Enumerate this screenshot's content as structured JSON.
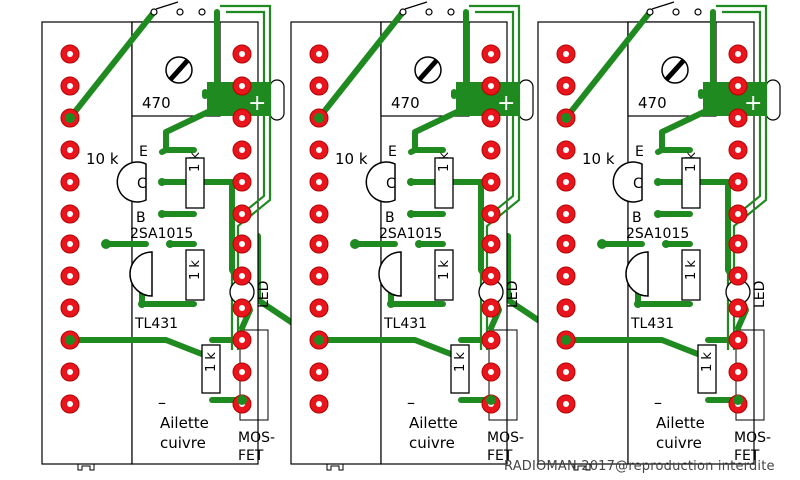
{
  "labels": {
    "pot_value": "470",
    "pot_resistor": "10 k",
    "emitter": "E",
    "collector": "C",
    "base": "B",
    "transistor": "2SA1015",
    "regulator": "TL431",
    "resistor": "1 k",
    "led": "LED",
    "plus": "+",
    "minus": "–",
    "heatsink_line1": "Ailette",
    "heatsink_line2": "cuivre",
    "mosfet_line1": "MOS-",
    "mosfet_line2": "FET"
  },
  "copyright": "RADIOMAN 2017@reproduction interdite",
  "modules_count": 3,
  "colors": {
    "trace": "#1f8a1f",
    "pad": "#e8161c",
    "outline": "#000000",
    "thin_trace": "#2e9e2e"
  }
}
